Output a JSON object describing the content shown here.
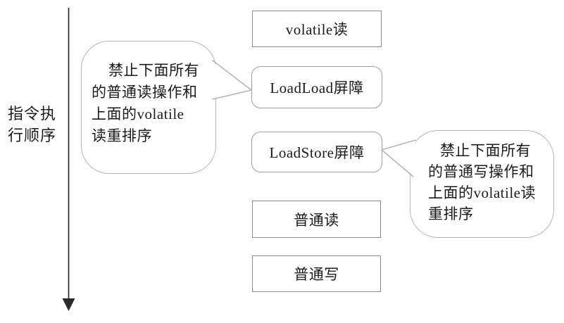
{
  "colors": {
    "background": "#ffffff",
    "square_box_border": "#8a8a8a",
    "rounded_box_border": "#9e9e9e",
    "bubble_border": "#b5b5b5",
    "arrow": "#2b2b2b",
    "text": "#1b1b1b"
  },
  "execution_order": {
    "label": "指令执\n行顺序"
  },
  "boxes": [
    {
      "label": "volatile读",
      "shape": "square"
    },
    {
      "label": "LoadLoad屏障",
      "shape": "rounded"
    },
    {
      "label": "LoadStore屏障",
      "shape": "rounded"
    },
    {
      "label": "普通读",
      "shape": "square"
    },
    {
      "label": "普通写",
      "shape": "square"
    }
  ],
  "callouts": [
    {
      "text": "禁止下面所有\n的普通读操作和\n上面的volatile\n读重排序",
      "points_to": "LoadLoad屏障"
    },
    {
      "text": "禁止下面所有\n的普通写操作和\n上面的volatile读\n重排序",
      "points_to": "LoadStore屏障"
    }
  ]
}
